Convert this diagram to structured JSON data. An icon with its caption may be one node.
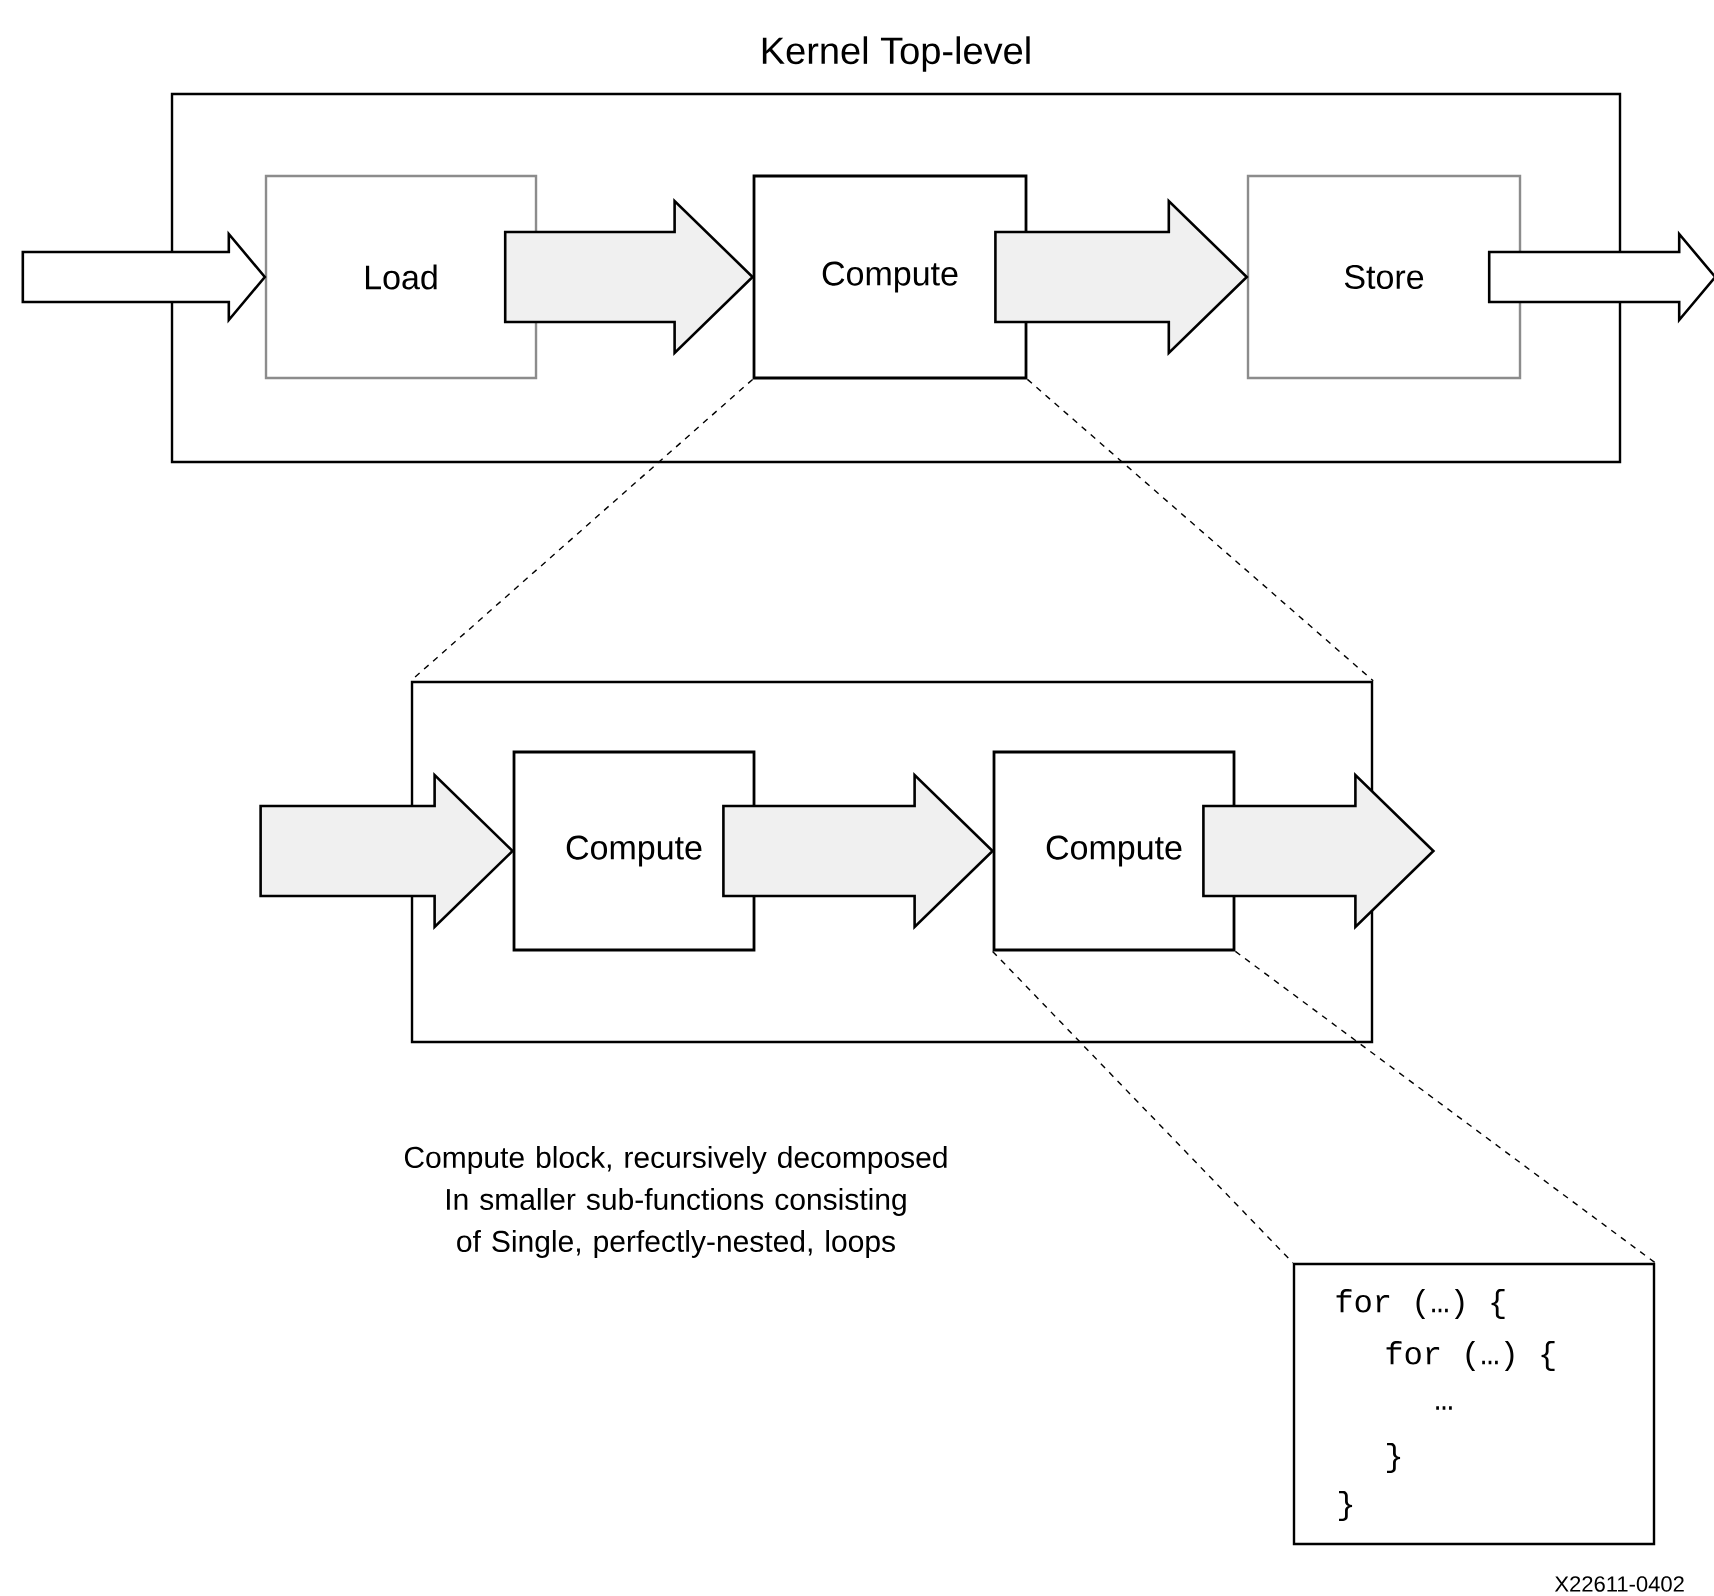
{
  "diagram": {
    "nodes": [
      {
        "text": [
          "Kernel Top-level"
        ]
      },
      {
        "text": [
          "Load"
        ],
        "in": 0
      },
      {
        "text": [
          "Compute"
        ],
        "in": 0
      },
      {
        "text": [
          "Store"
        ],
        "in": 0
      },
      {
        "text": [],
        "shape": "box"
      },
      {
        "text": [
          "Compute"
        ],
        "in": 4
      },
      {
        "text": [
          "Compute"
        ],
        "in": 4
      },
      {
        "text": [
          "for (…) {",
          "for (…) {",
          "…",
          "}",
          "}"
        ]
      }
    ],
    "edges": [
      {
        "from": null,
        "to": 1,
        "arrow": "to"
      },
      {
        "from": 1,
        "to": 2,
        "arrow": "to"
      },
      {
        "from": 2,
        "to": 3,
        "arrow": "to"
      },
      {
        "from": 3,
        "to": null,
        "arrow": "to"
      },
      {
        "from": 2,
        "to": 4,
        "arrow": "none",
        "style": "dashed"
      },
      {
        "from": 2,
        "to": 4,
        "arrow": "none",
        "style": "dashed"
      },
      {
        "from": null,
        "to": 5,
        "arrow": "to"
      },
      {
        "from": 5,
        "to": 6,
        "arrow": "to"
      },
      {
        "from": 6,
        "to": null,
        "arrow": "to"
      },
      {
        "from": 6,
        "to": 7,
        "arrow": "none",
        "style": "dashed"
      },
      {
        "from": 6,
        "to": 7,
        "arrow": "none",
        "style": "dashed"
      }
    ],
    "labels": [
      "Compute block, recursively decomposed In smaller sub-functions consisting of Single, perfectly-nested, loops",
      "X22611-0402"
    ]
  }
}
